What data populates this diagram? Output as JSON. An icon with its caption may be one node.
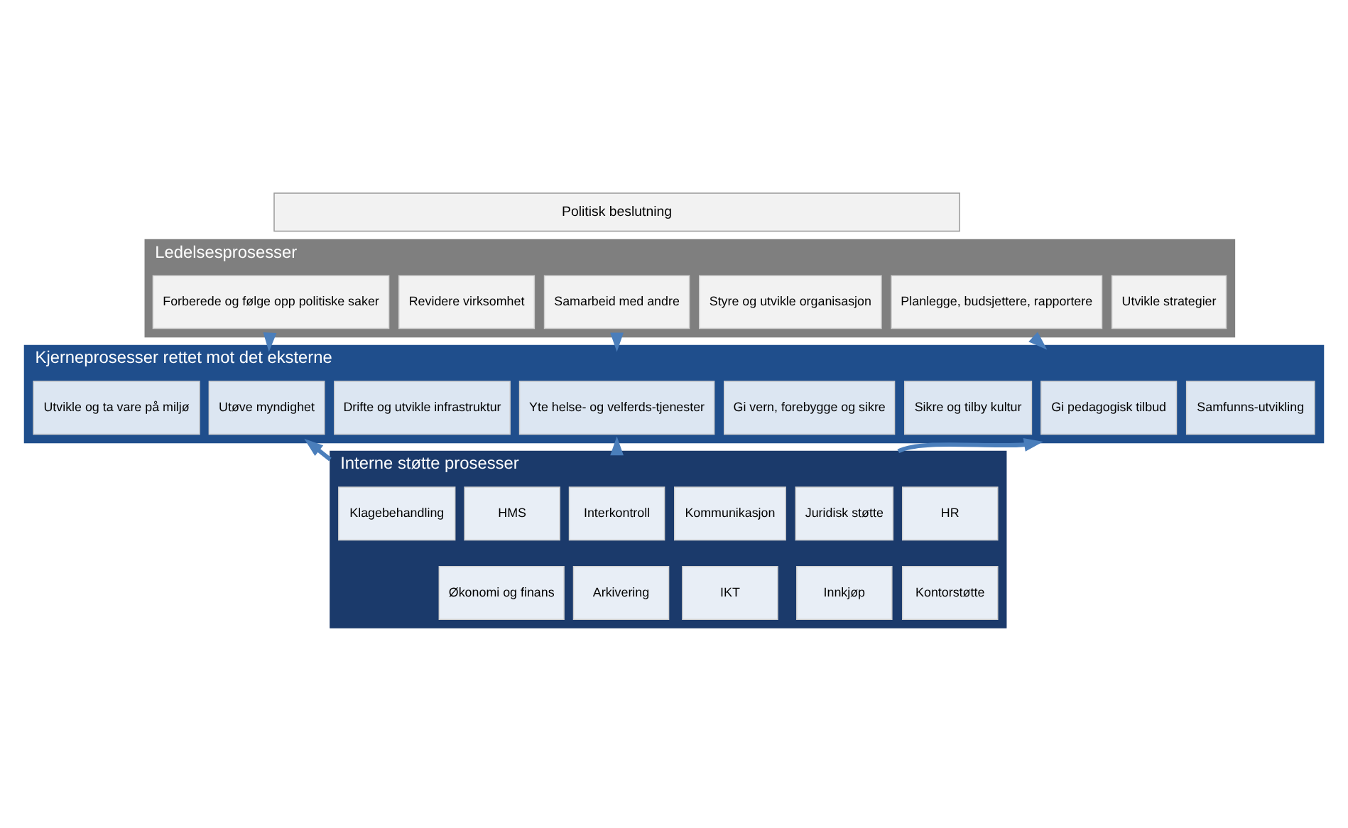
{
  "diagram": {
    "nodes": [
      {
        "text": [
          "Politisk beslutning"
        ]
      },
      {
        "text": [
          "Ledelsesprosesser"
        ]
      },
      {
        "text": [
          "Utvikle strategier"
        ],
        "in": 1
      },
      {
        "text": [
          "Planlegge, budsjettere, rapportere"
        ],
        "in": 1
      },
      {
        "text": [
          "Styre og utvikle organisasjon"
        ],
        "in": 1
      },
      {
        "text": [
          "Samarbeid med andre"
        ],
        "in": 1
      },
      {
        "text": [
          "Revidere virksomhet"
        ],
        "in": 1
      },
      {
        "text": [
          "Forberede og følge opp politiske saker"
        ],
        "in": 1
      },
      {
        "text": [
          "Kjerneprosesser rettet mot det eksterne"
        ]
      },
      {
        "text": [
          "Samfunns-utvikling"
        ],
        "in": 8
      },
      {
        "text": [
          "Gi pedagogisk tilbud"
        ],
        "in": 8
      },
      {
        "text": [
          "Sikre og tilby kultur"
        ],
        "in": 8
      },
      {
        "text": [
          "Gi vern, forebygge og sikre"
        ],
        "in": 8
      },
      {
        "text": [
          "Yte helse- og velferds-tjenester"
        ],
        "in": 8
      },
      {
        "text": [
          "Drifte og utvikle infrastruktur"
        ],
        "in": 8
      },
      {
        "text": [
          "Utøve myndighet"
        ],
        "in": 8
      },
      {
        "text": [
          "Utvikle og ta vare på miljø"
        ],
        "in": 8
      },
      {
        "text": [
          "Interne støtte prosesser"
        ]
      },
      {
        "text": [
          "HR"
        ],
        "in": 17
      },
      {
        "text": [
          "Juridisk støtte"
        ],
        "in": 17
      },
      {
        "text": [
          "Kommunikasjon"
        ],
        "in": 17
      },
      {
        "text": [
          "Interkontroll"
        ],
        "in": 17
      },
      {
        "text": [
          "HMS"
        ],
        "in": 17
      },
      {
        "text": [
          "Klagebehandling"
        ],
        "in": 17
      },
      {
        "text": [
          "Kontorstøtte"
        ],
        "in": 17
      },
      {
        "text": [
          "Innkjøp"
        ],
        "in": 17
      },
      {
        "text": [
          "IKT"
        ],
        "in": 17
      },
      {
        "text": [
          "Arkivering"
        ],
        "in": 17
      },
      {
        "text": [
          "Økonomi og finans"
        ],
        "in": 17
      }
    ],
    "edges": [
      {
        "from": 1,
        "to": 8,
        "arrow": "to"
      },
      {
        "from": 1,
        "to": 8,
        "arrow": "to"
      },
      {
        "from": 1,
        "to": 8,
        "arrow": "to"
      },
      {
        "from": 17,
        "to": 8,
        "arrow": "to"
      },
      {
        "from": 17,
        "to": 8,
        "arrow": "to"
      },
      {
        "from": 17,
        "to": 8,
        "arrow": "to"
      }
    ]
  }
}
